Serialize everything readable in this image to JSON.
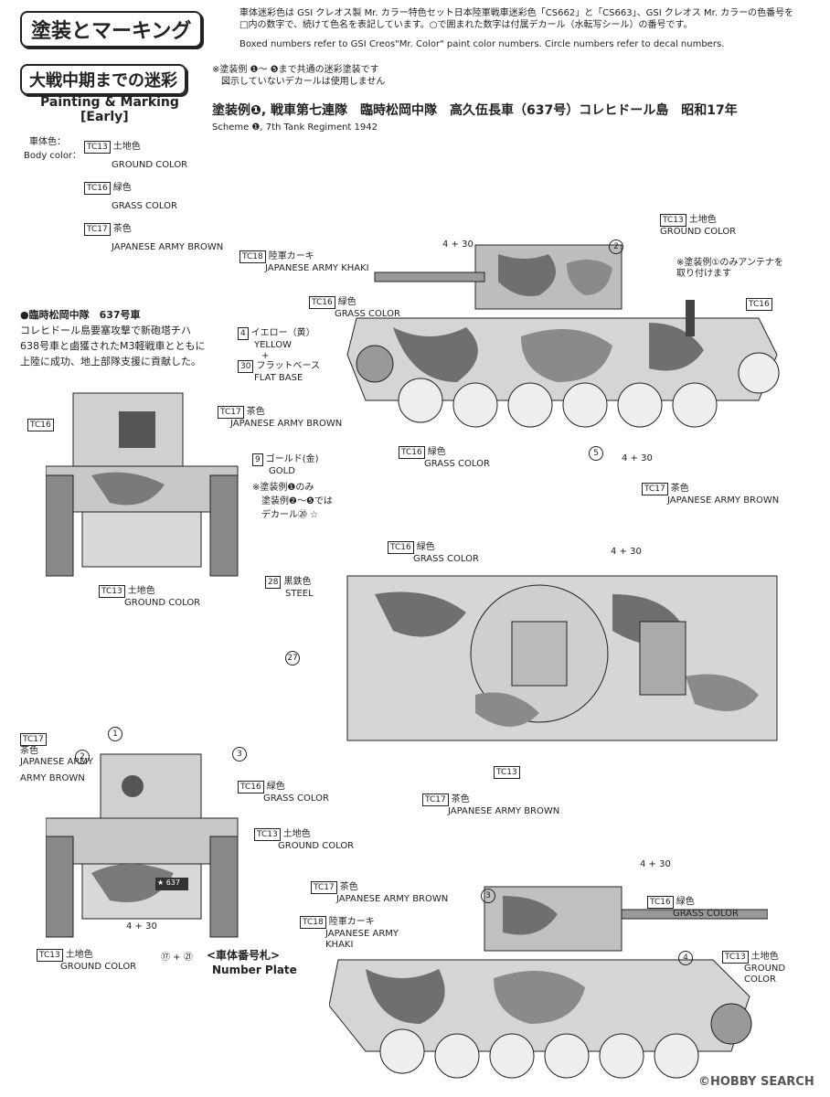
{
  "header": {
    "title": "塗装とマーキング",
    "note_jp": "車体迷彩色は GSI クレオス製 Mr. カラー特色セット日本陸軍戦車迷彩色「CS662」と「CS663」、GSI クレオス Mr. カラーの色番号を□内の数字で、続けて色名を表記しています。○で囲まれた数字は付属デカール（水転写シール）の番号です。",
    "note_en": "Boxed numbers refer to GSI Creos\"Mr. Color\" paint color numbers. Circle numbers refer to decal numbers."
  },
  "section": {
    "title": "大戦中期までの迷彩",
    "note1": "※塗装例 ❶〜 ❺まで共通の迷彩塗装です",
    "note2": "図示していないデカールは使用しません",
    "subtitle_en": "Painting & Marking",
    "subtitle_early": "[Early]"
  },
  "scheme": {
    "title_jp": "塗装例❶, 戦車第七連隊　臨時松岡中隊　高久伍長車（637号）コレヒドール島　昭和17年",
    "title_en": "Scheme ❶, 7th Tank Regiment 1942"
  },
  "body_color": {
    "label_jp": "車体色：",
    "label_en": "Body color：",
    "items": [
      {
        "code": "TC13",
        "jp": "土地色",
        "en": "GROUND COLOR"
      },
      {
        "code": "TC16",
        "jp": "緑色",
        "en": "GRASS COLOR"
      },
      {
        "code": "TC17",
        "jp": "茶色",
        "en": "JAPANESE ARMY BROWN"
      }
    ]
  },
  "history": {
    "head": "●臨時松岡中隊　637号車",
    "line1": "コレヒドール島要塞攻撃で新砲塔チハ",
    "line2": "638号車と鹵獲されたM3軽戦車とともに",
    "line3": "上陸に成功、地上部隊支援に貢献した。"
  },
  "callouts": {
    "tc13": "TC13",
    "tc16": "TC16",
    "tc17": "TC17",
    "tc18": "TC18",
    "ground_jp": "土地色",
    "ground_en": "GROUND COLOR",
    "grass_jp": "緑色",
    "grass_en": "GRASS COLOR",
    "brown_jp": "茶色",
    "brown_en": "JAPANESE ARMY BROWN",
    "khaki_jp": "陸軍カーキ",
    "khaki_en": "JAPANESE ARMY KHAKI",
    "khaki_en_a": "JAPANESE ARMY",
    "khaki_en_b": "KHAKI",
    "ground_en_a": "GROUND",
    "ground_en_b": "COLOR",
    "antenna_note1": "※塗装例①のみアンテナを",
    "antenna_note2": "取り付けます",
    "yellow_code": "4",
    "yellow_jp": "イエロー（黄）",
    "yellow_en": "YELLOW",
    "plus": "+",
    "flat_code": "30",
    "flat_jp": "フラットベース",
    "flat_en": "FLAT BASE",
    "gold_code": "9",
    "gold_jp": "ゴールド(金)",
    "gold_en": "GOLD",
    "gold_note1": "※塗装例❶のみ",
    "gold_note2": "塗装例❷〜❺では",
    "gold_note3": "デカール⑳ ☆",
    "steel_code": "28",
    "steel_jp": "黒鉄色",
    "steel_en": "STEEL",
    "combo": "4 + 30",
    "d1": "1",
    "d2": "2",
    "d3": "3",
    "d4": "4",
    "d5": "5",
    "d27": "27",
    "d17_21": "⑰ + ㉑",
    "plate_jp": "<車体番号札>",
    "plate_en": "Number Plate",
    "plate_no": "★ 637"
  },
  "watermark": "©HOBBY SEARCH"
}
